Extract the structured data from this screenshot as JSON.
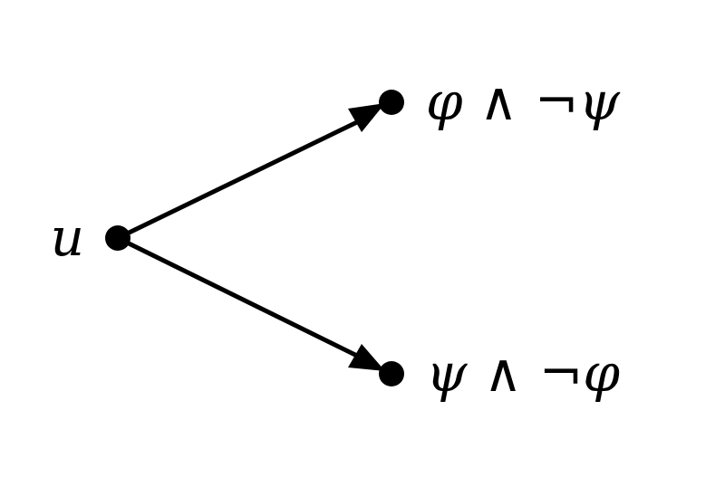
{
  "diagram": {
    "nodes": {
      "source": {
        "label": "u"
      },
      "top": {
        "label": "φ ∧ ¬ψ"
      },
      "bottom": {
        "label": "ψ ∧ ¬φ"
      }
    },
    "edges": [
      {
        "from": "source",
        "to": "top",
        "directed": true
      },
      {
        "from": "source",
        "to": "bottom",
        "directed": true
      }
    ]
  }
}
